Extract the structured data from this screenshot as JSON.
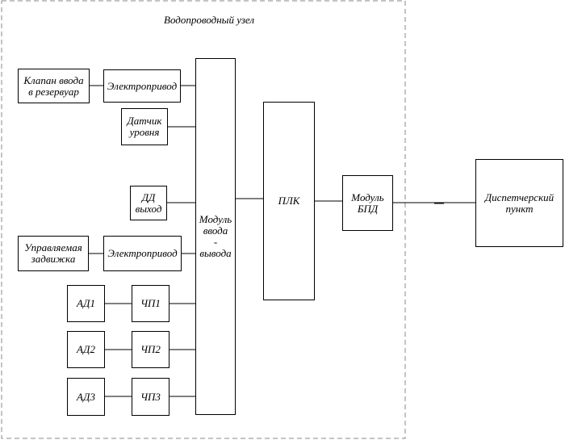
{
  "node_title": "Водопроводный узел",
  "blocks": {
    "inlet_valve": "Клапан ввода\nв резервуар",
    "actuator_1": "Электропривод",
    "level_sensor": "Датчик\nуровня",
    "pressure_sensor": "ДД\nвыход",
    "controlled_gate": "Управляемая\nзадвижка",
    "actuator_2": "Электропривод",
    "motor_1": "АД1",
    "vfd_1": "ЧП1",
    "motor_2": "АД2",
    "vfd_2": "ЧП2",
    "motor_3": "АД3",
    "vfd_3": "ЧП3",
    "io_module": "Модуль\nввода\n-\nвывода",
    "plc": "ПЛК",
    "bpd_module": "Модуль\nБПД",
    "dispatch": "Диспетчерский\nпункт"
  },
  "colors": {
    "line": "#000000",
    "border": "#8a8a8a"
  }
}
